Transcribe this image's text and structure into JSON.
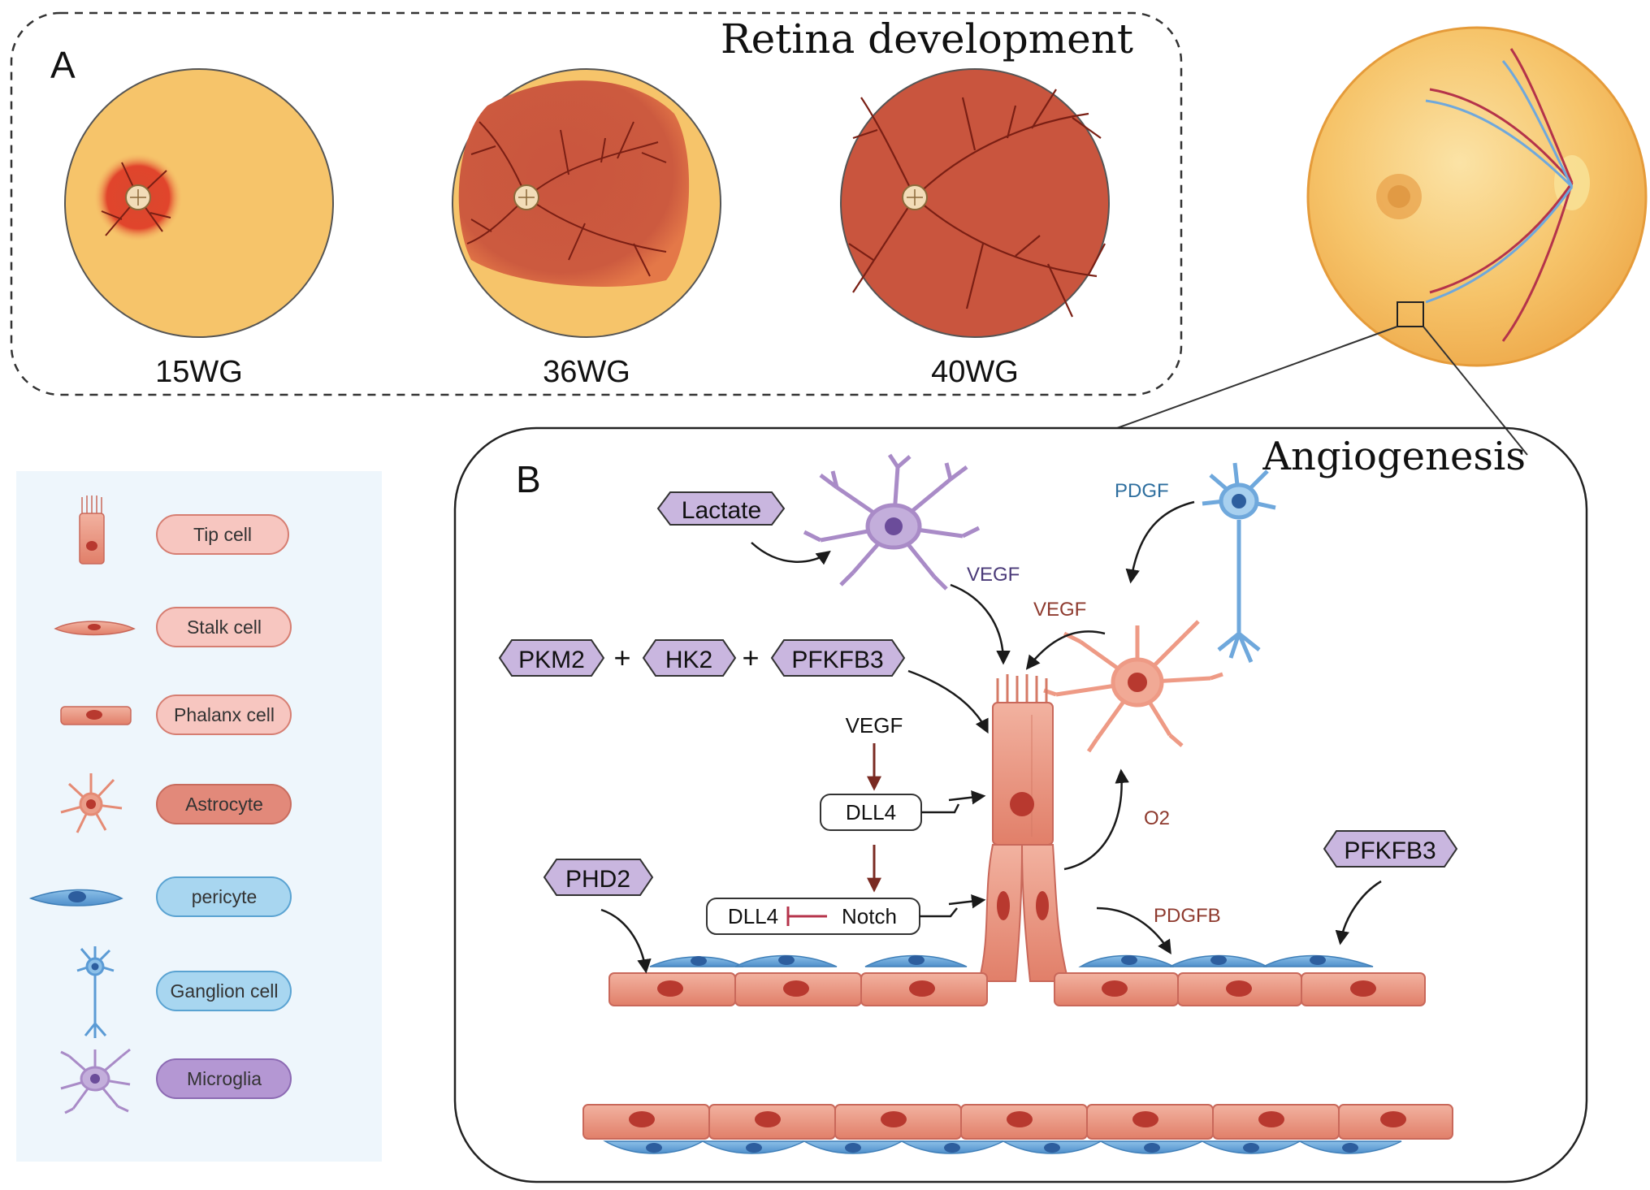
{
  "panel_a": {
    "letter": "A",
    "title": "Retina development",
    "stages": [
      {
        "label": "15WG"
      },
      {
        "label": "36WG"
      },
      {
        "label": "40WG"
      }
    ]
  },
  "legend": {
    "items": [
      {
        "label": "Tip cell",
        "icon": "tip-cell-icon"
      },
      {
        "label": "Stalk cell",
        "icon": "stalk-cell-icon"
      },
      {
        "label": "Phalanx cell",
        "icon": "phalanx-cell-icon"
      },
      {
        "label": "Astrocyte",
        "icon": "astrocyte-icon"
      },
      {
        "label": "pericyte",
        "icon": "pericyte-icon"
      },
      {
        "label": "Ganglion cell",
        "icon": "ganglion-cell-icon"
      },
      {
        "label": "Microglia",
        "icon": "microglia-icon"
      }
    ]
  },
  "panel_b": {
    "letter": "B",
    "title": "Angiogenesis",
    "lactate": "Lactate",
    "pkm2": "PKM2",
    "hk2": "HK2",
    "pfkfb3_left": "PFKFB3",
    "plus": "+",
    "phd2": "PHD2",
    "pfkfb3_right": "PFKFB3",
    "vegf_microglia": "VEGF",
    "vegf_astrocyte": "VEGF",
    "vegf_pathway": "VEGF",
    "pdgf": "PDGF",
    "pdgfb": "PDGFB",
    "o2": "O2",
    "dll4_top": "DLL4",
    "dll4_bottom": "DLL4",
    "notch": "Notch"
  },
  "colors": {
    "retina_yellow": "#F6C46A",
    "retina_red": "#C9553E",
    "vessel": "#8E2A1E",
    "endothelial": "#E8927E",
    "nucleus": "#B8392F",
    "pericyte": "#5B9BD5",
    "microglia": "#A98BC7",
    "label_purple": "#C9B6DF",
    "pink_label": "#F7C6C0",
    "blue_label": "#A8D6F0",
    "arrow_dark_red": "#7A2A22",
    "legend_bg": "#EEF6FC"
  }
}
